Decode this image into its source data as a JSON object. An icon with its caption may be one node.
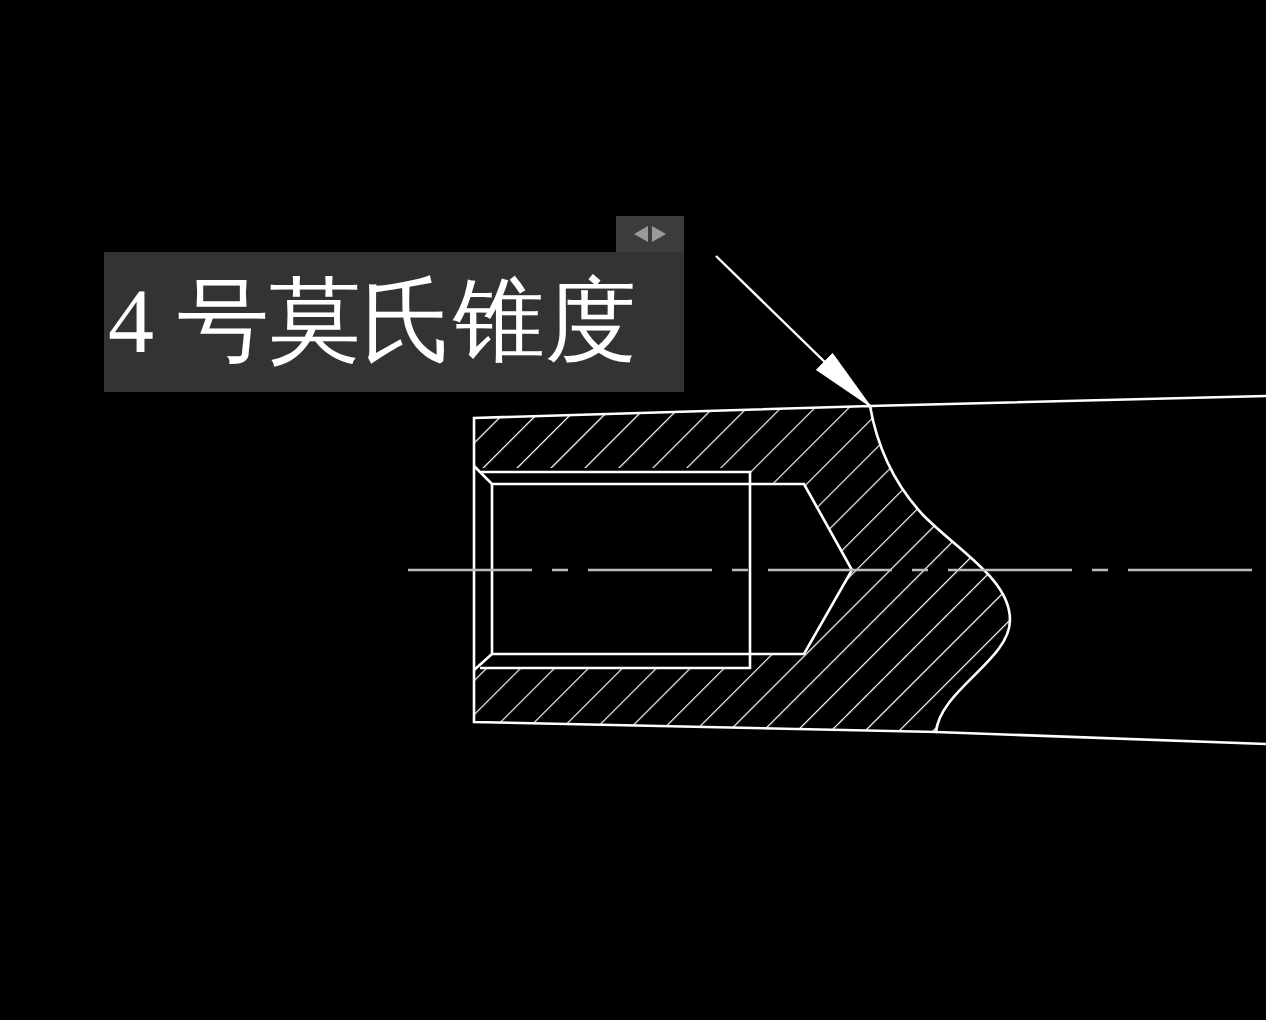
{
  "diagram": {
    "nodes": [
      {
        "text": [
          "4 号莫氏锥度"
        ]
      },
      {
        "text": [],
        "shape": "picture"
      }
    ],
    "edges": [
      {
        "from": 0,
        "to": 1,
        "arrow": "to"
      }
    ]
  }
}
